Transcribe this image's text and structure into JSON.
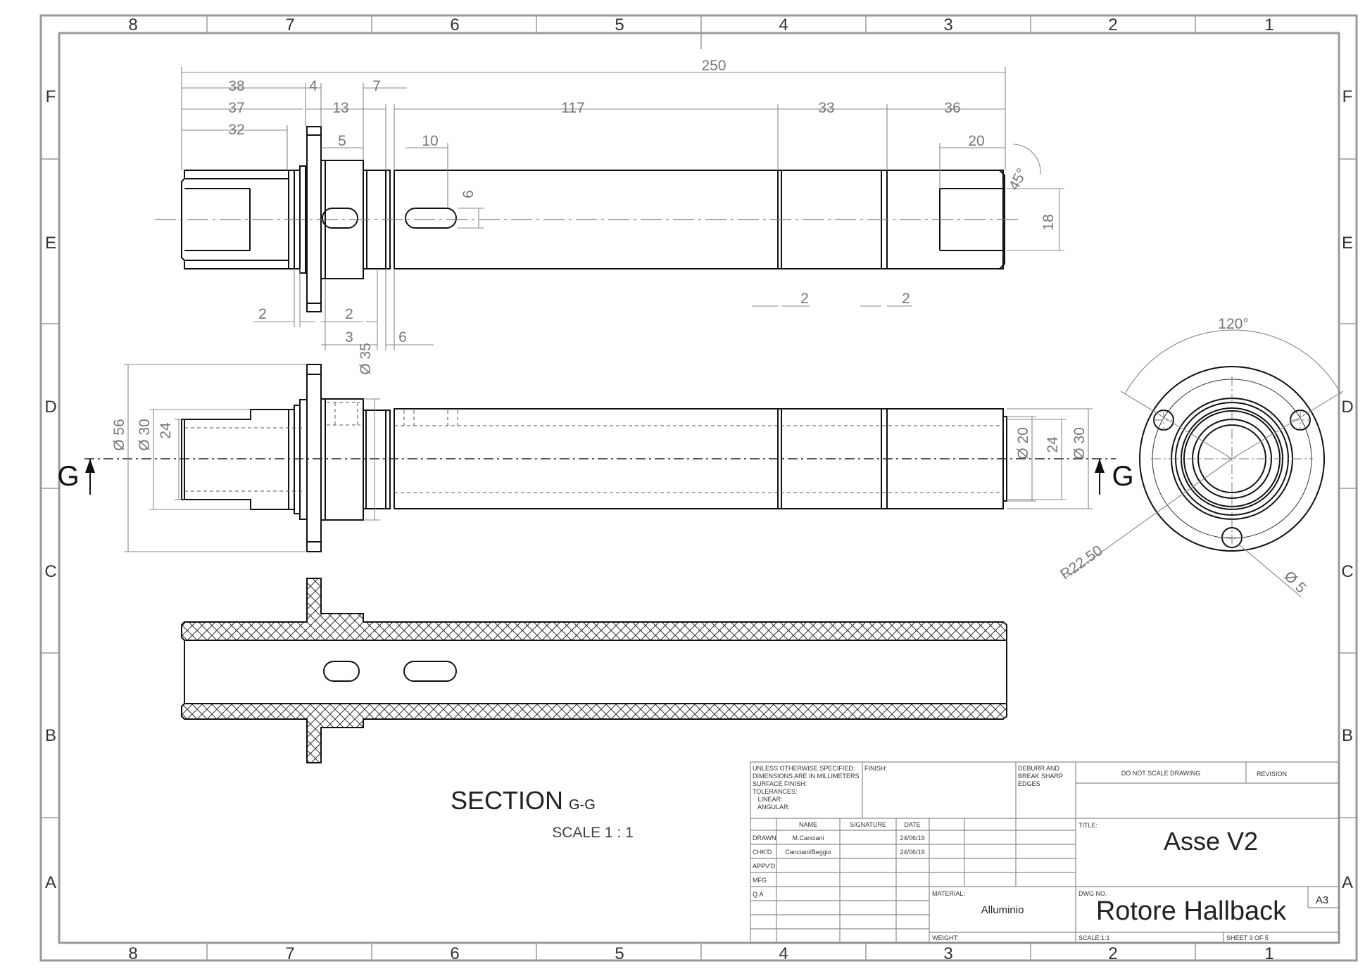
{
  "zones": {
    "cols": [
      "8",
      "7",
      "6",
      "5",
      "4",
      "3",
      "2",
      "1"
    ],
    "rows": [
      "F",
      "E",
      "D",
      "C",
      "B",
      "A"
    ]
  },
  "front_view": {
    "dims_top": {
      "overall": "250",
      "d38": "38",
      "d4": "4",
      "d7": "7",
      "d37": "37",
      "d13": "13",
      "d117": "117",
      "d33": "33",
      "d36": "36",
      "d32": "32",
      "d5": "5",
      "d10": "10",
      "d20": "20",
      "d6_slot": "6",
      "chamfer": "45°",
      "d18": "18"
    },
    "dims_bottom": {
      "b2a": "2",
      "b2b": "2",
      "b3": "3",
      "b6": "6",
      "b2c": "2",
      "b2d": "2"
    }
  },
  "side_view": {
    "dia56": "Ø 56",
    "dia30_left": "Ø 30",
    "d24_left": "24",
    "dia35": "Ø 35",
    "dia20": "Ø 20",
    "d24_right": "24",
    "dia30_right": "Ø 30",
    "section_mark": "G"
  },
  "end_view": {
    "angle": "120°",
    "radius": "R22.50",
    "hole_dia": "Ø 5"
  },
  "section": {
    "title": "SECTION",
    "suffix": "G-G",
    "scale": "SCALE 1 : 1"
  },
  "title_block": {
    "notes": [
      "UNLESS OTHERWISE SPECIFIED:",
      "DIMENSIONS ARE IN MILLIMETERS",
      "SURFACE FINISH:",
      "TOLERANCES:",
      "   LINEAR:",
      "   ANGULAR:"
    ],
    "finish_label": "FINISH:",
    "deburr": [
      "DEBURR AND",
      "BREAK SHARP",
      "EDGES"
    ],
    "do_not_scale": "DO NOT SCALE DRAWING",
    "revision_label": "REVISION",
    "col_name": "NAME",
    "col_signature": "SIGNATURE",
    "col_date": "DATE",
    "rows": [
      {
        "role": "DRAWN",
        "name": "M.Canciani",
        "date": "24/06/19"
      },
      {
        "role": "CHK'D",
        "name": "Canciani/Beggio",
        "date": "24/06/19"
      },
      {
        "role": "APPV'D",
        "name": "",
        "date": ""
      },
      {
        "role": "MFG",
        "name": "",
        "date": ""
      },
      {
        "role": "Q.A",
        "name": "",
        "date": ""
      }
    ],
    "title_label": "TITLE:",
    "title": "Asse V2",
    "material_label": "MATERIAL:",
    "material": "Alluminio",
    "dwg_label": "DWG NO.",
    "dwg_no": "Rotore Hallback",
    "size": "A3",
    "weight_label": "WEIGHT:",
    "scale_label": "SCALE:1:1",
    "sheet_label": "SHEET 3 OF 5"
  }
}
